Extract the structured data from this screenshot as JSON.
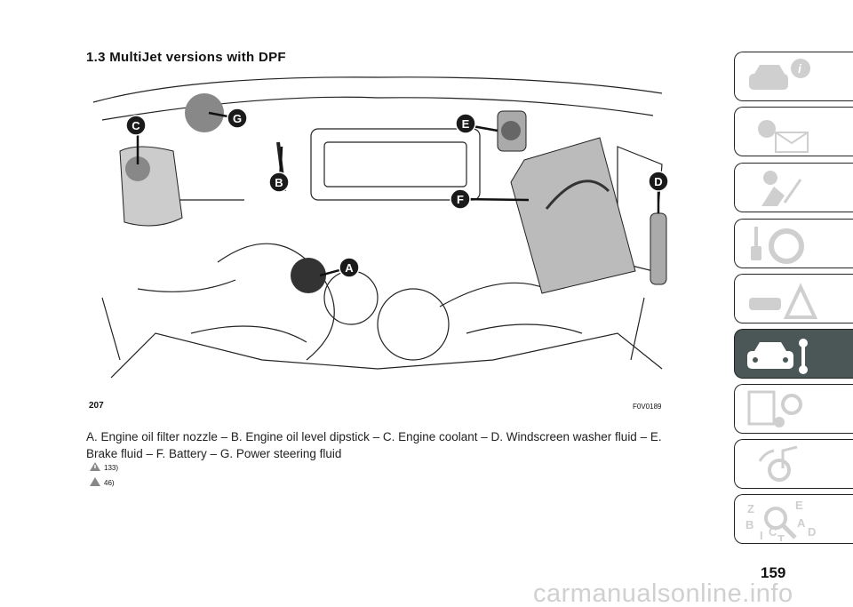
{
  "heading": "1.3 MultiJet versions with DPF",
  "figure": {
    "number": "207",
    "code": "F0V0189",
    "labels": [
      "A",
      "B",
      "C",
      "D",
      "E",
      "F",
      "G"
    ]
  },
  "caption": "A. Engine oil filter nozzle – B. Engine oil level dipstick – C. Engine coolant – D. Windscreen washer fluid – E. Brake fluid – F. Battery – G. Power steering fluid",
  "refs": [
    {
      "icon": "warning-icon",
      "text": "133)"
    },
    {
      "icon": "caution-icon",
      "text": "46)"
    }
  ],
  "side_tabs": [
    {
      "icon": "car-info-icon",
      "active": false
    },
    {
      "icon": "warning-light-message-icon",
      "active": false
    },
    {
      "icon": "seat-airbag-icon",
      "active": false
    },
    {
      "icon": "key-steering-wheel-icon",
      "active": false
    },
    {
      "icon": "emergency-triangle-icon",
      "active": false
    },
    {
      "icon": "car-maintenance-icon",
      "active": true
    },
    {
      "icon": "technical-data-icon",
      "active": false
    },
    {
      "icon": "multimedia-icon",
      "active": false
    },
    {
      "icon": "index-icon",
      "active": false
    }
  ],
  "page_number": "159",
  "watermark": "carmanualsonline.info",
  "colors": {
    "active_tab": "#4b5656",
    "icon_gray": "#cfcfcf"
  }
}
